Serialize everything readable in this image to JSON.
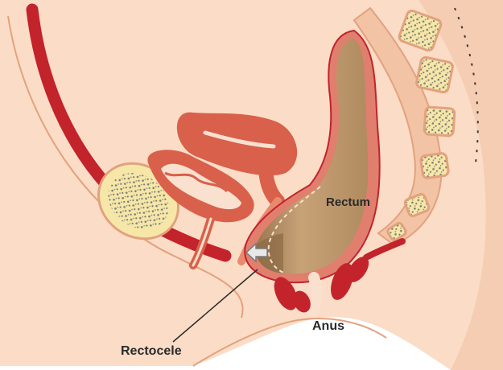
{
  "labels": {
    "rectum": "Rectum",
    "anus": "Anus",
    "rectocele": "Rectocele"
  },
  "colors": {
    "background": "#ffffff",
    "skin": "#fbdcc6",
    "skin_shadow": "#f2c3a5",
    "outline": "#e2a27e",
    "artery": "#c3232b",
    "organ": "#d9604a",
    "organ_light": "#e98a6e",
    "uterus_inner": "#f9e0cf",
    "rectum_wall": "#e07f6e",
    "rectum_contents": "#c7a277",
    "rectum_contents_dark": "#8b6a44",
    "bone": "#f6e7a8",
    "bone_spots": "#7a7a7a",
    "muscle": "#c3232b",
    "text": "#2a2a2a"
  },
  "icons": {
    "arrow": "rectocele-bulge-arrow"
  }
}
